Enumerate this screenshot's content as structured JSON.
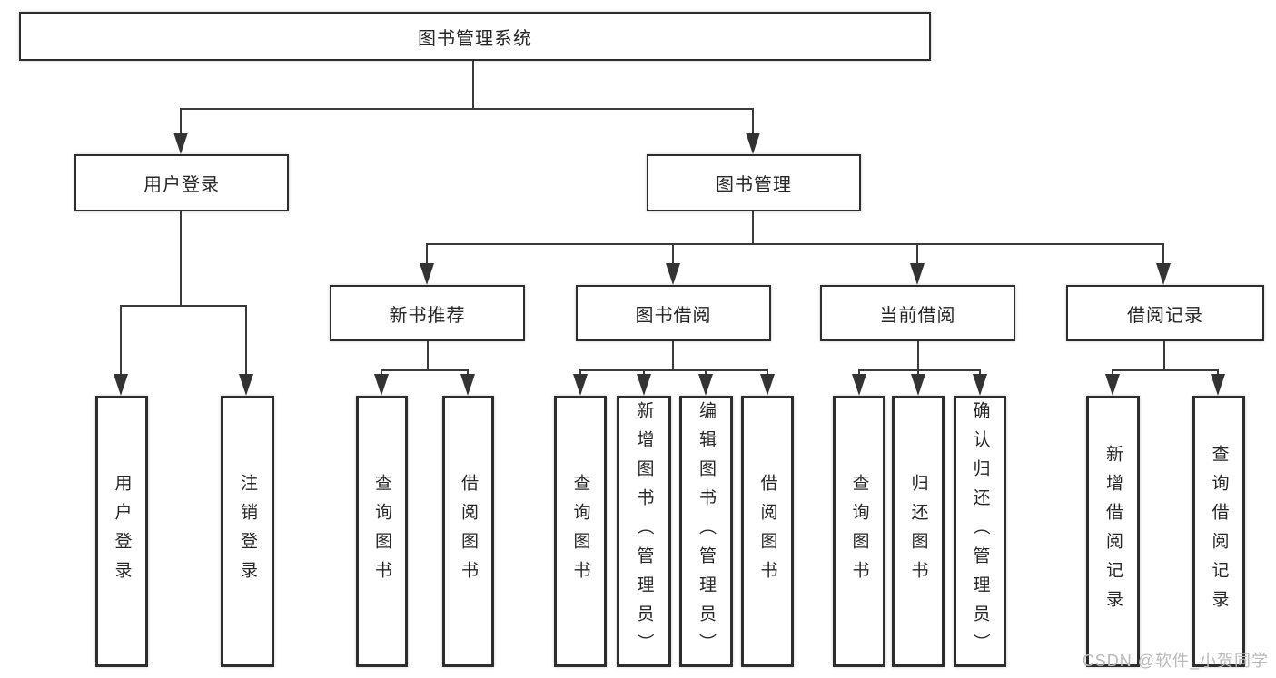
{
  "diagram_title": "图书管理系统",
  "tree": {
    "root": {
      "label": "图书管理系统"
    },
    "level2": [
      {
        "label": "用户登录"
      },
      {
        "label": "图书管理"
      }
    ],
    "level3": [
      {
        "label": "新书推荐"
      },
      {
        "label": "图书借阅"
      },
      {
        "label": "当前借阅"
      },
      {
        "label": "借阅记录"
      }
    ],
    "leaves": {
      "user_login": [
        {
          "label": "用户登录"
        },
        {
          "label": "注销登录"
        }
      ],
      "new_books": [
        {
          "label": "查询图书"
        },
        {
          "label": "借阅图书"
        }
      ],
      "book_borrow": [
        {
          "label": "查询图书"
        },
        {
          "label": "新增图书（管理员）"
        },
        {
          "label": "编辑图书（管理员）"
        },
        {
          "label": "借阅图书"
        }
      ],
      "current_borrow": [
        {
          "label": "查询图书"
        },
        {
          "label": "归还图书"
        },
        {
          "label": "确认归还（管理员）"
        }
      ],
      "borrow_records": [
        {
          "label": "新增借阅记录"
        },
        {
          "label": "查询借阅记录"
        }
      ]
    }
  },
  "watermark": "CSDN @软件_小贺同学",
  "colors": {
    "line": "#3a3a3a",
    "border": "#2d2d2d",
    "text": "#262626",
    "watermark": "#b9b9b9",
    "background": "#ffffff"
  }
}
